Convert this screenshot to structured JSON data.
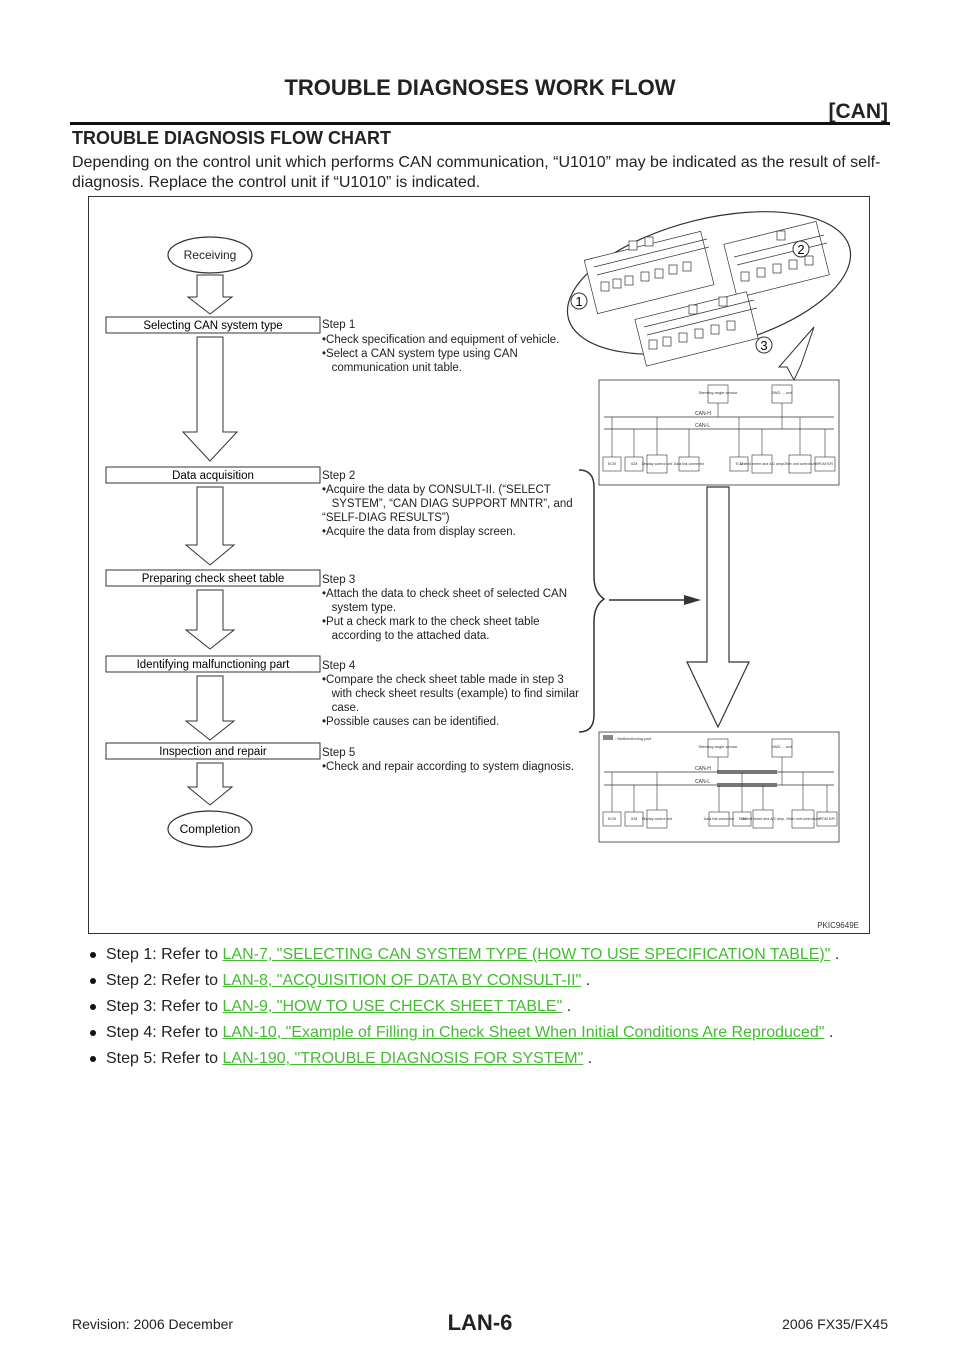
{
  "header": {
    "title": "TROUBLE DIAGNOSES WORK FLOW",
    "section": "[CAN]"
  },
  "section_title": "TROUBLE DIAGNOSIS FLOW CHART",
  "intro": "Depending on the control unit which performs CAN communication, “U1010” may be indicated as the result of self-diagnosis. Replace the control unit if “U1010” is indicated.",
  "flowchart": {
    "start": "Receiving",
    "end": "Completion",
    "steps": [
      {
        "box": "Selecting CAN system type",
        "step": "Step 1",
        "lines": [
          "•Check specification and equipment of vehicle.",
          "•Select a CAN system type using CAN",
          "   communication unit table."
        ]
      },
      {
        "box": "Data acquisition",
        "step": "Step 2",
        "lines": [
          "•Acquire the data by CONSULT-II. (“SELECT",
          "   SYSTEM”, “CAN DIAG SUPPORT MNTR”, and",
          "“SELF-DIAG RESULTS”)",
          "•Acquire the data from display screen."
        ]
      },
      {
        "box": "Preparing check sheet table",
        "step": "Step 3",
        "lines": [
          "•Attach the data to check sheet of selected CAN",
          "   system type.",
          "•Put a check mark to the check sheet table",
          "   according to the attached data."
        ]
      },
      {
        "box": "Identifying malfunctioning part",
        "step": "Step 4",
        "lines": [
          "•Compare the check sheet table made in step 3",
          "   with check sheet results (example) to find similar",
          "   case.",
          "•Possible causes can be identified."
        ]
      },
      {
        "box": "Inspection and repair",
        "step": "Step 5",
        "lines": [
          "•Check and repair according to system diagnosis."
        ]
      }
    ],
    "oval_labels": [
      "1",
      "2",
      "3"
    ],
    "diagram_top": {
      "bus_labels": [
        "CAN-H",
        "CAN-L"
      ],
      "units_top": [
        "Steering angle sensor",
        "4WD ... unit"
      ],
      "units_bottom": [
        "ECM",
        "ICM",
        "Display control unit",
        "Data link connector",
        "TCM",
        "Unified meter and A/C amp.",
        "Other unit control unit",
        "IPDM E/R"
      ]
    },
    "diagram_bottom": {
      "legend": ": Malfunctioning part",
      "bus_labels": [
        "CAN-H",
        "CAN-L"
      ],
      "units_top": [
        "Steering angle sensor",
        "4WD ... unit"
      ],
      "units_bottom": [
        "ECM",
        "ICM",
        "Display control unit",
        "Data link connector",
        "TCM",
        "Unified meter and A/C amp.",
        "Other unit control unit",
        "IPDM E/R"
      ]
    },
    "figure_id": "PKIC9649E"
  },
  "refs": [
    {
      "prefix": "Step 1: Refer to ",
      "link": "LAN-7, \"SELECTING CAN SYSTEM TYPE (HOW TO USE SPECIFICATION TABLE)\"",
      "suffix": " ."
    },
    {
      "prefix": "Step 2: Refer to ",
      "link": "LAN-8, \"ACQUISITION OF DATA BY CONSULT-II\"",
      "suffix": " ."
    },
    {
      "prefix": "Step 3: Refer to ",
      "link": "LAN-9, \"HOW TO USE CHECK SHEET TABLE\"",
      "suffix": " ."
    },
    {
      "prefix": "Step 4: Refer to ",
      "link": "LAN-10, \"Example of Filling in Check Sheet When Initial Conditions Are Reproduced\"",
      "suffix": " ."
    },
    {
      "prefix": "Step 5: Refer to ",
      "link": "LAN-190, \"TROUBLE DIAGNOSIS FOR SYSTEM\"",
      "suffix": " ."
    }
  ],
  "footer": {
    "revision": "Revision: 2006 December",
    "page": "LAN-6",
    "model": "2006 FX35/FX45"
  }
}
